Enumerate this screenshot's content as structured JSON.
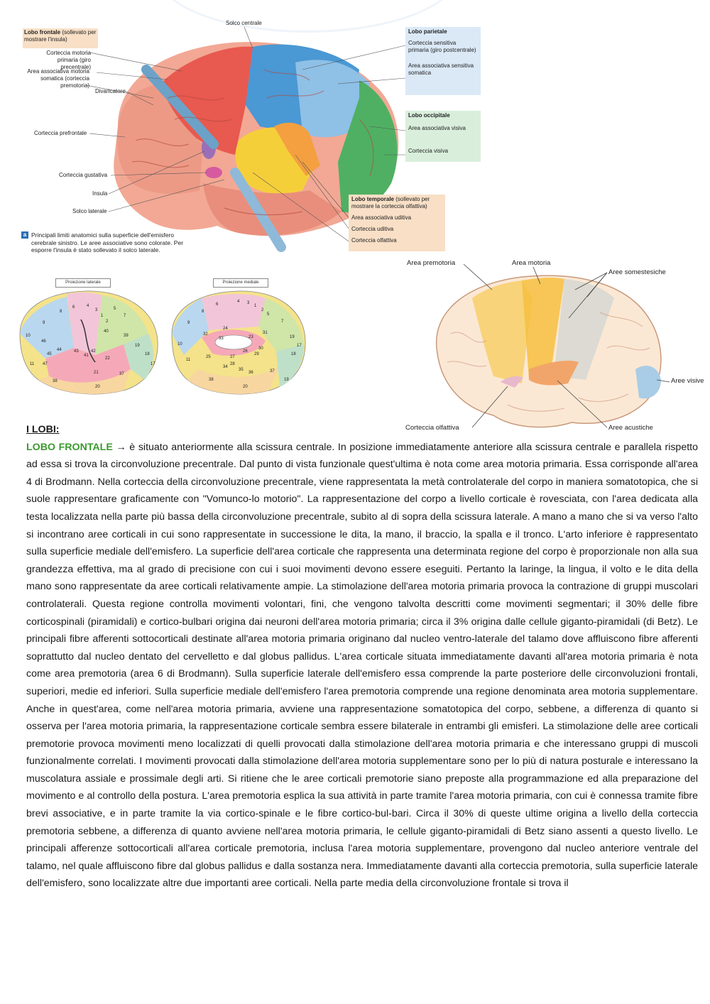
{
  "figure_a": {
    "labels_left": {
      "frontal_title": "Lobo frontale",
      "frontal_sub": "(sollevato per mostrare l'insula)",
      "motor_cortex": "Corteccia motoria primaria (giro precentrale)",
      "assoc_motor": "Area associativa motoria somatica (corteccia premotoria)",
      "retractor": "Divaricatore",
      "prefrontal": "Corteccia prefrontale",
      "gustatory": "Corteccia gustativa",
      "insula": "Insula",
      "lateral_sulcus": "Solco laterale"
    },
    "central_sulcus": "Solco centrale",
    "labels_right": {
      "parietal_title": "Lobo parietale",
      "sensory_cortex": "Corteccia sensitiva primaria (giro postcentrale)",
      "sensory_assoc": "Area associativa sensitiva somatica",
      "occipital_title": "Lobo occipitale",
      "visual_assoc": "Area associativa visiva",
      "visual_cortex": "Corteccia visiva",
      "temporal_title": "Lobo temporale",
      "temporal_sub": "(sollevato per mostrare la corteccia olfattiva)",
      "auditory_assoc": "Area associativa uditiva",
      "auditory_cortex": "Corteccia uditiva",
      "olfactory_cortex": "Corteccia olfattiva"
    },
    "caption_tag": "a",
    "caption": "Principali limiti anatomici sulla superficie dell'emisfero cerebrale sinistro. Le aree associative sono colorate. Per esporre l'insula è stato sollevato il solco laterale."
  },
  "figure_b": {
    "tag_lateral": "Proiezione laterale",
    "tag_medial": "Proiezione mediale",
    "numbers_lateral": [
      "4",
      "3",
      "1",
      "2",
      "5",
      "7",
      "6",
      "8",
      "9",
      "10",
      "46",
      "40",
      "39",
      "44",
      "45",
      "43",
      "41",
      "42",
      "22",
      "47",
      "11",
      "38",
      "21",
      "20",
      "37",
      "19",
      "18",
      "17"
    ],
    "numbers_medial": [
      "6",
      "4",
      "3",
      "1",
      "2",
      "5",
      "8",
      "9",
      "7",
      "31",
      "24",
      "32",
      "33",
      "23",
      "19",
      "26",
      "29",
      "30",
      "18",
      "10",
      "17",
      "11",
      "25",
      "27",
      "28",
      "34",
      "35",
      "36",
      "37",
      "38",
      "20",
      "19"
    ]
  },
  "figure_c": {
    "premotor": "Area premotoria",
    "motor": "Area motoria",
    "somesthetic": "Aree somestesiche",
    "visual": "Aree visive",
    "olfactory": "Corteccia olfattiva",
    "acoustic": "Aree acustiche"
  },
  "text": {
    "heading": "I LOBI:",
    "lobe_title": "LOBO FRONTALE",
    "arrow": "→",
    "body": " è situato anteriormente alla scissura centrale. In posizione immediatamente anteriore alla scissura centrale e parallela rispetto ad essa si trova la circonvoluzione precentrale. Dal punto di vista funzionale quest'ultima è nota come area motoria primaria. Essa corrisponde all'area 4 di Brodmann. Nella corteccia della circonvoluzione precentrale, viene rappresentata la metà controlaterale del corpo in maniera somatotopica, che si suole rappresentare graficamente con \"Vomunco-lo motorio\". La rappresentazione del corpo a livello corticale è rovesciata, con l'area dedicata alla testa localizzata nella parte più bassa della circonvoluzione precentrale, subito al di sopra della scissura laterale. A mano a mano che si va verso l'alto si incontrano aree corticali in cui sono rappresentate in successione le dita, la mano, il braccio, la spalla e il tronco. L'arto inferiore è rappresentato sulla superficie mediale dell'emisfero. La superficie dell'area corticale che rappresenta una determinata regione del corpo è proporzionale non alla sua grandezza effettiva, ma al grado di precisione con cui i suoi movimenti devono essere eseguiti. Pertanto la laringe, la lingua, il volto e le dita della mano sono rappresentate da aree corticali relativamente ampie. La stimolazione dell'area motoria primaria provoca la contrazione di gruppi muscolari controlaterali. Questa regione controlla movimenti volontari, fini, che vengono talvolta descritti come movimenti segmentari; il 30% delle fibre corticospinali (piramidali) e cortico-bulbari origina dai neuroni dell'area motoria primaria; circa il 3% origina dalle cellule giganto-piramidali (di Betz). Le principali fibre afferenti sottocorticali destinate all'area motoria primaria originano dal nucleo ventro-laterale del talamo dove affluiscono fibre afferenti soprattutto dal nucleo dentato del cervelletto e dal globus pallidus. L'area corticale situata immediatamente davanti all'area motoria primaria è nota come area premotoria (area 6 di Brodmann). Sulla superficie laterale dell'emisfero essa comprende la parte posteriore delle circonvoluzioni frontali, superiori, medie ed inferiori. Sulla superficie mediale dell'emisfero l'area premotoria comprende una regione denominata area motoria supplementare. Anche in quest'area, come nell'area motoria primaria, avviene una rappresentazione somatotopica del corpo, sebbene, a differenza di quanto si osserva per l'area motoria primaria, la rappresentazione corticale sembra essere bilaterale in entrambi gli emisferi. La stimolazione delle aree corticali premotorie provoca movimenti meno localizzati di quelli provocati dalla stimolazione dell'area motoria primaria e che interessano gruppi di muscoli funzionalmente correlati. I movimenti provocati dalla stimolazione dell'area motoria supplementare sono per lo più di natura posturale e interessano la muscolatura assiale e prossimale degli arti. Si ritiene che le aree corticali premotorie siano preposte alla programmazione ed alla preparazione del movimento e al controllo della postura. L'area premotoria esplica la sua attività in parte tramite l'area motoria primaria, con cui è connessa tramite fibre brevi associative, e in parte tramite la via cortico-spinale e le fibre cortico-bul-bari. Circa il 30% di queste ultime origina a livello della corteccia premotoria sebbene, a differenza di quanto avviene nell'area motoria primaria, le cellule giganto-piramidali di Betz siano assenti a questo livello. Le principali afferenze sottocorticali all'area corticale premotoria, inclusa l'area motoria supplementare, provengono dal nucleo anteriore ventrale del talamo, nel quale affluiscono fibre dal globus pallidus e dalla sostanza nera. Immediatamente davanti alla corteccia premotoria, sulla superficie laterale dell'emisfero, sono localizzate altre due importanti aree corticali. Nella parte media della circonvoluzione  frontale si trova il"
  },
  "colors": {
    "frontal": "#e8594f",
    "frontal_light": "#f0a08e",
    "parietal": "#4a98d4",
    "occipital": "#4fb063",
    "temporal_assoc": "#f5cf3a",
    "temporal": "#f4a040",
    "lobe_title": "#3a9a2e"
  }
}
